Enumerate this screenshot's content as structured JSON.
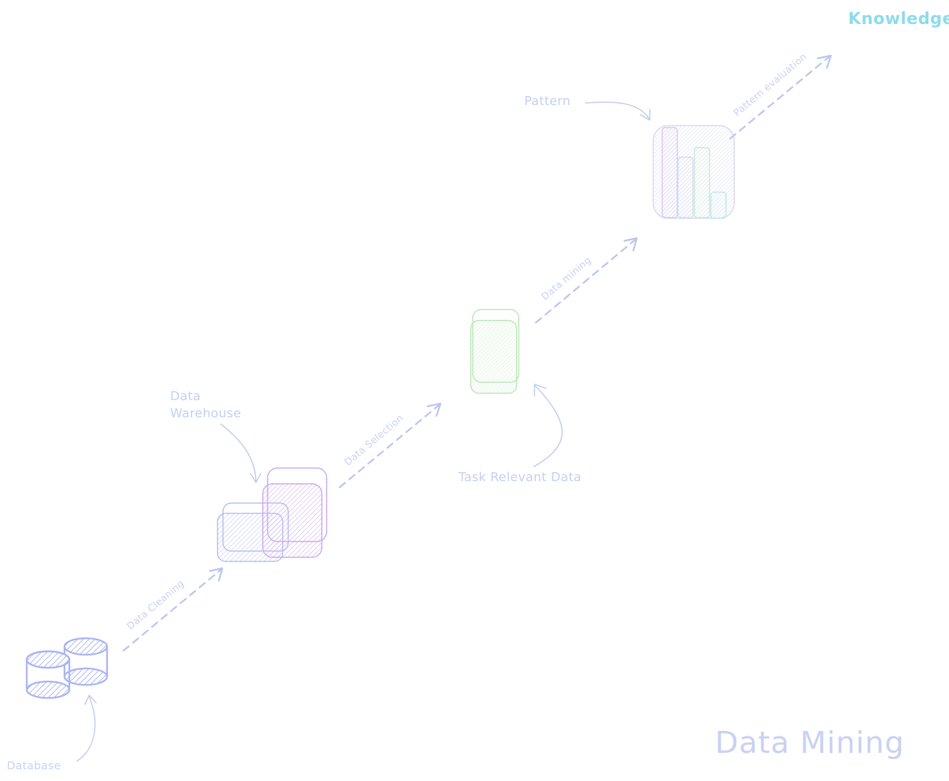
{
  "diagram": {
    "title": "Data Mining",
    "nodes": {
      "database": "Database",
      "data_warehouse_line1": "Data",
      "data_warehouse_line2": "Warehouse",
      "task_relevant_data": "Task Relevant Data",
      "pattern": "Pattern",
      "knowledge": "Knowledge"
    },
    "steps": {
      "data_cleaning": "Data Cleaning",
      "data_selection": "Data Selection",
      "data_mining": "Data mining",
      "pattern_evaluation": "Pattern evaluation"
    },
    "colors": {
      "database": "#a9b4f3",
      "warehouse_blue": "#b3bcf2",
      "warehouse_purple": "#c9a6ee",
      "task_data": "#b9e6b4",
      "pattern_box": "#d6d9f2",
      "knowledge": "#8ddcec",
      "text": "#c5cff2"
    }
  }
}
